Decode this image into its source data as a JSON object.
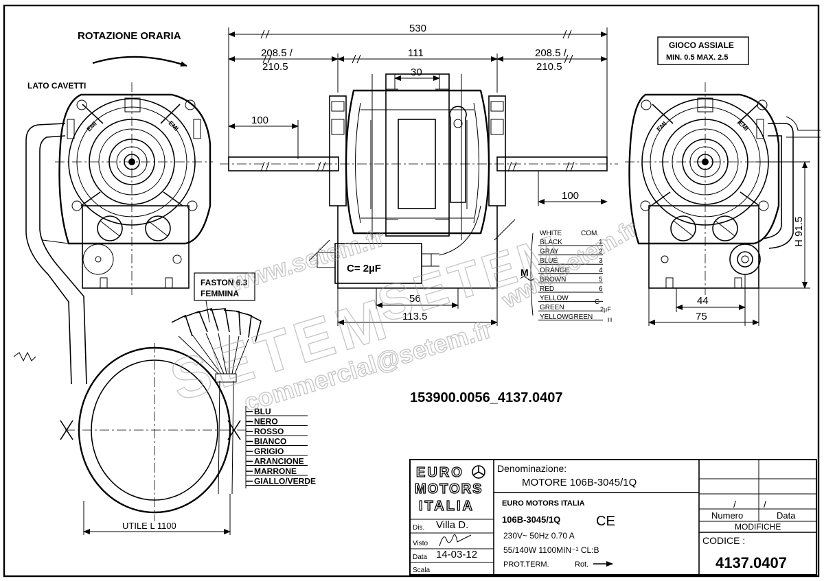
{
  "rotation_label": "ROTAZIONE ORARIA",
  "cable_side_label": "LATO CAVETTI",
  "axial_play": {
    "line1": "GIOCO ASSIALE",
    "line2": "MIN. 0.5  MAX. 2.5"
  },
  "dimensions": {
    "overall": "530",
    "left_shaft_a": "208.5 /",
    "left_shaft_b": "210.5",
    "body": "111",
    "bracket": "30",
    "right_shaft_a": "208.5 /",
    "right_shaft_b": "210.5",
    "left_100": "100",
    "right_100": "100",
    "d56": "56",
    "d113_5": "113.5",
    "d44": "44",
    "d75": "75",
    "height": "H 91.5",
    "useful_length": "UTILE  L 1100"
  },
  "fan_marks": [
    "EMI",
    "EMI",
    "EMI",
    "EMI"
  ],
  "capacitor_label": "C= 2µF",
  "faston": {
    "line1": "FASTON  6.3",
    "line2": "FEMMINA"
  },
  "part_number": "153900.0056_4137.0407",
  "wire_list": [
    "BLU",
    "NERO",
    "ROSSO",
    "BIANCO",
    "GRIGIO",
    "ARANCIONE",
    "MARRONE",
    "GIALLO/VERDE"
  ],
  "wiring_table": {
    "header": [
      "WHITE",
      "COM."
    ],
    "rows": [
      {
        "color": "BLACK",
        "num": "1"
      },
      {
        "color": "GRAY",
        "num": "2"
      },
      {
        "color": "BLUE",
        "num": "3"
      },
      {
        "color": "ORANGE",
        "num": "4"
      },
      {
        "color": "BROWN",
        "num": "5"
      },
      {
        "color": "RED",
        "num": "6"
      },
      {
        "color": "YELLOW",
        "num": ""
      },
      {
        "color": "GREEN",
        "num": ""
      },
      {
        "color": "YELLOWGREEN",
        "num": ""
      }
    ],
    "cap_c": "C",
    "cap_value": "2µF",
    "motor_symbol": "M"
  },
  "watermark": {
    "brand": "SETEM",
    "site": "www.setem.fr",
    "email": "commercial@setem.fr"
  },
  "title_block": {
    "logo_lines": [
      "EURO",
      "MOTORS",
      "ITALIA"
    ],
    "denominazione_label": "Denominazione:",
    "denominazione_value": "MOTORE  106B-3045/1Q",
    "company": "EURO MOTORS ITALIA",
    "model": "106B-3045/1Q",
    "ce_mark": "CE",
    "spec1": "230V~  50Hz  0.70  A",
    "spec2": "55/140W  1100MIN⁻¹  CL:B",
    "spec3": "PROT.TERM.",
    "rot_label": "Rot.",
    "dis_label": "Dis.",
    "dis_value": "Villa  D.",
    "visto_label": "Visto",
    "data_label": "Data",
    "data_value": "14-03-12",
    "scala_label": "Scala",
    "numero_label": "Numero",
    "data_col_label": "Data",
    "modifiche_label": "MODIFICHE",
    "rev_marks": [
      "/",
      "/"
    ],
    "codice_label": "CODICE :",
    "codice_value": "4137.0407"
  }
}
